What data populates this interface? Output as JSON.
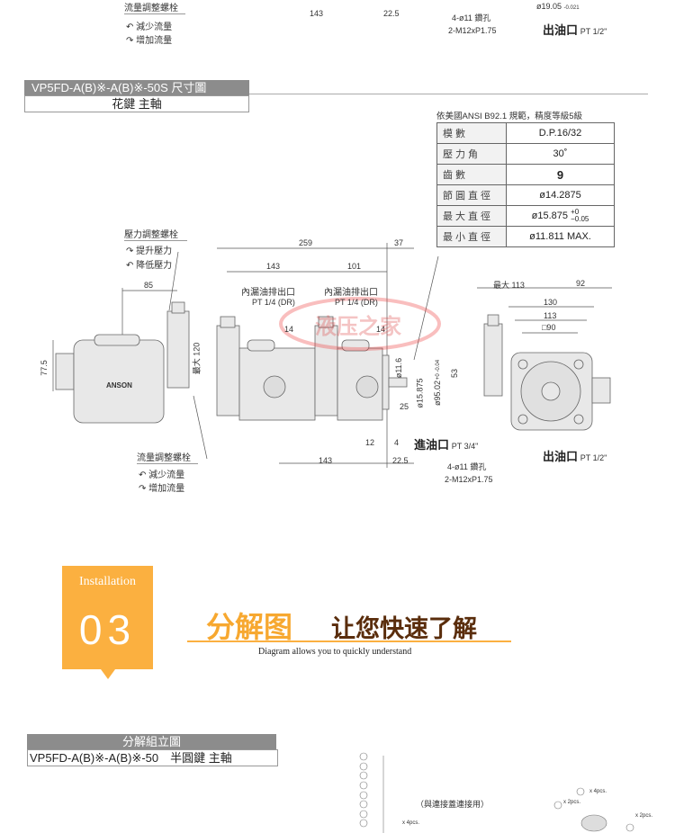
{
  "top_fragment": {
    "flow_bolt_label": "流量調整螺栓",
    "decrease_flow": "減少流量",
    "increase_flow": "增加流量",
    "dim_143": "143",
    "dim_22_5": "22.5",
    "shaft_dia": "ø19.05",
    "shaft_tol": "-0.021",
    "holes": "4-ø11 鑽孔",
    "thread": "2-M12xP1.75",
    "outlet_label": "出油口",
    "outlet_size": "PT 1/2\""
  },
  "section1": {
    "title": "VP5FD-A(B)※-A(B)※-50S 尺寸圖",
    "subtitle": "花鍵 主軸"
  },
  "spline_spec": {
    "caption": "依美國ANSI  B92.1 規範，精度等級5級",
    "rows": [
      {
        "label": "模數",
        "value": "D.P.16/32"
      },
      {
        "label": "壓力角",
        "value": "30˚"
      },
      {
        "label": "齒數",
        "value": "9"
      },
      {
        "label": "節圓直徑",
        "value": "ø14.2875"
      },
      {
        "label": "最大直徑",
        "value": "ø15.875",
        "tol_upper": "+0",
        "tol_lower": "−0.05"
      },
      {
        "label": "最小直徑",
        "value": "ø11.811 MAX."
      }
    ]
  },
  "drawing": {
    "pressure_bolt_label": "壓力調整螺栓",
    "raise_pressure": "提升壓力",
    "lower_pressure": "降低壓力",
    "flow_bolt_label": "流量調整螺栓",
    "decrease_flow": "減少流量",
    "increase_flow": "增加流量",
    "brand": "ANSON",
    "dims": {
      "d85": "85",
      "d77_5": "77.5",
      "dmax120": "最大 120",
      "d259": "259",
      "d37": "37",
      "d143a": "143",
      "d101": "101",
      "d14a": "14",
      "d14b": "14",
      "d11_6": "ø11.6",
      "d15_875": "ø15.875",
      "d95_02": "ø95.02",
      "d95_tol": "+0 -0.04",
      "d53": "53",
      "d25": "25",
      "d12": "12",
      "d4": "4",
      "d143b": "143",
      "d22_5": "22.5",
      "dmax113": "最大 113",
      "d92": "92",
      "d130": "130",
      "d113": "113",
      "sq90": "□90"
    },
    "drain1": "內漏油排出口",
    "drain1_size": "PT 1/4 (DR)",
    "drain2": "內漏油排出口",
    "drain2_size": "PT 1/4 (DR)",
    "inlet_label": "進油口",
    "inlet_size": "PT 3/4\"",
    "holes": "4-ø11 鑽孔",
    "thread": "2-M12xP1.75",
    "outlet_label": "出油口",
    "outlet_size": "PT 1/2\"",
    "watermark": "液压之家"
  },
  "installation": {
    "label": "Installation",
    "number": "03",
    "title_orange": "分解图",
    "title_brown": "让您快速了解",
    "subtitle": "Diagram allows you to quickly understand",
    "accent": "#fbb040",
    "brown": "#5a2d0c"
  },
  "section2": {
    "title": "分解組立圖",
    "subtitle": "VP5FD-A(B)※-A(B)※-50　半圓鍵 主軸",
    "note": "（與連接蓋連接用）",
    "qty1": "x 4pcs.",
    "qty2": "x 2pcs.",
    "qty3": "x 4pcs.",
    "qty4": "x 2pcs."
  }
}
